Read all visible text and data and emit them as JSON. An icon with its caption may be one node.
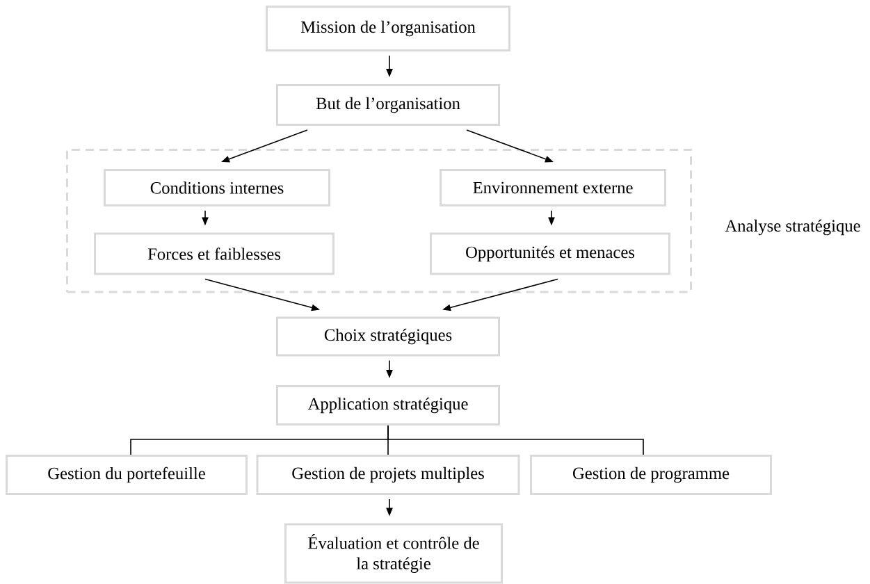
{
  "diagram": {
    "nodes": [
      {
        "text": [
          "Mission de l’organisation"
        ]
      },
      {
        "text": [
          "But de l’organisation"
        ]
      },
      {
        "text": [
          "Analyse stratégique"
        ]
      },
      {
        "text": [
          "Conditions internes"
        ],
        "in": 2
      },
      {
        "text": [
          "Environnement externe"
        ],
        "in": 2
      },
      {
        "text": [
          "Forces et faiblesses"
        ],
        "in": 2
      },
      {
        "text": [
          "Opportunités et menaces"
        ],
        "in": 2
      },
      {
        "text": [
          "Choix stratégiques"
        ]
      },
      {
        "text": [
          "Application stratégique"
        ]
      },
      {
        "text": [
          "Gestion du portefeuille"
        ]
      },
      {
        "text": [
          "Gestion de projets multiples"
        ]
      },
      {
        "text": [
          "Gestion de programme"
        ]
      },
      {
        "text": [
          "Évaluation et contrôle de la stratégie"
        ]
      }
    ],
    "edges": [
      {
        "from": 0,
        "to": 1,
        "arrow": "to"
      },
      {
        "from": 1,
        "to": 3,
        "arrow": "to"
      },
      {
        "from": 1,
        "to": 4,
        "arrow": "to"
      },
      {
        "from": 3,
        "to": 5,
        "arrow": "to"
      },
      {
        "from": 4,
        "to": 6,
        "arrow": "to"
      },
      {
        "from": 5,
        "to": 7,
        "arrow": "to"
      },
      {
        "from": 6,
        "to": 7,
        "arrow": "to"
      },
      {
        "from": 7,
        "to": 8,
        "arrow": "to"
      },
      {
        "from": 8,
        "to": 9,
        "arrow": "none"
      },
      {
        "from": 8,
        "to": 10,
        "arrow": "none"
      },
      {
        "from": 8,
        "to": 11,
        "arrow": "none"
      },
      {
        "from": 10,
        "to": 12,
        "arrow": "to"
      }
    ]
  }
}
